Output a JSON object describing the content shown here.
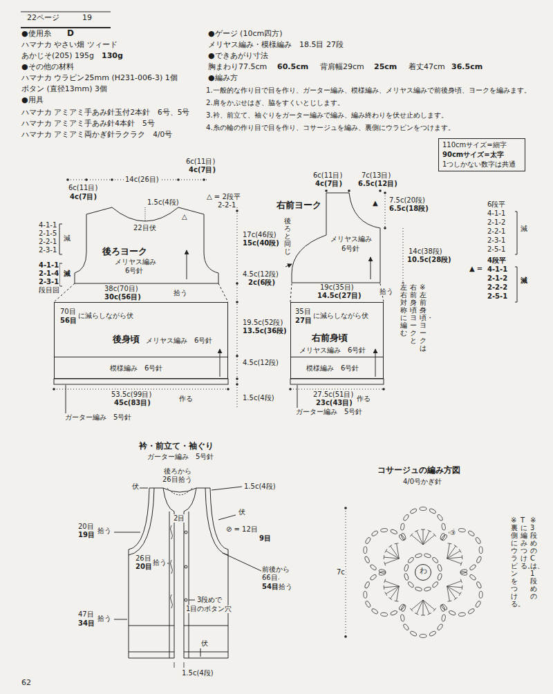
{
  "diagram": {
    "nodes": [
      {
        "text": [
          "110cmサイズ=細字",
          "90cmサイズ=太字",
          "1つしかない数字は共通"
        ]
      },
      {
        "text": [
          "後ろヨーク",
          "メリヤス編み",
          "6号針"
        ]
      },
      {
        "text": [
          "後身頃",
          "メリヤス編み　6号針"
        ]
      },
      {
        "text": [
          "模様編み　6号針"
        ],
        "in": 2
      },
      {
        "text": [
          "右前ヨーク",
          "メリヤス編み",
          "6号針"
        ]
      },
      {
        "text": [
          "右前身頃",
          "メリヤス編み　6号針"
        ]
      },
      {
        "text": [
          "模様編み　6号針"
        ],
        "in": 5
      },
      {
        "text": [
          "わ"
        ]
      }
    ],
    "labels": [
      "22ページ",
      "19",
      "●使用糸",
      "D",
      "ハマナカ やさい畑 ツィード",
      "あかじそ(205) 195g",
      "130g",
      "●その他の材料",
      "ハマナカ ウラピン25mm (H231-006-3) 1個",
      "ボタン (直径13mm) 3個",
      "●用具",
      "ハマナカ アミアミ手あみ針玉付2本針　6号、5号",
      "ハマナカ アミアミ手あみ針4本針　5号",
      "ハマナカ アミアミ両かぎ針ラクラク　4/0号",
      "●ゲージ (10cm四方)",
      "メリヤス編み・模様編み　18.5目 27段",
      "●できあがり寸法",
      "胸まわり77.5cm",
      "60.5cm",
      "背肩幅29cm",
      "25cm",
      "着丈47cm",
      "36.5cm",
      "●編み方",
      "1.一般的な作り目で目を作り、ガーター編み、模様編み、メリヤス編みで前後身頃、ヨークを編みます。",
      "2.肩をかぶせはぎ、脇をすくいとじします。",
      "3.衿、前立て、袖ぐりをガーター編みで編み、編み終わりを伏せ止めします。",
      "4.糸の輪の作り目で目を作り、コサージュを編み、裏側にウラピンをつけます。",
      "6c(11目)",
      "4c(7目)",
      "14c(26目)",
      "6c(11目)",
      "4c(7目)",
      "△ = 2段平",
      "2-2-1",
      "1.5c(4段)",
      "22目伏",
      "△",
      "4-1-1",
      "2-1-5",
      "2-2-1",
      "2-3-1",
      "減",
      "4-1-1",
      "2-1-4",
      "2-3-1",
      "減",
      "段目回",
      "17c(46段)",
      "15c(40段)",
      "4.5c(12段)",
      "2c(6段)",
      "38c(70目)",
      "30c(56目)",
      "拾う",
      "70目",
      "56目",
      "に減らしながら伏",
      "19.5c(52段)",
      "13.5c(36段)",
      "4.5c(12段)",
      "1.5c(4段)",
      "53.5c(99目)",
      "45c(83目)",
      "作る",
      "ガーター編み　5号針",
      "6c(11目)",
      "4c(7目)",
      "7c(13目)",
      "6.5c(12目)",
      "▲",
      "7.5c(20段)",
      "6.5c(18段)",
      "後ろと同じ",
      "14c(38段)",
      "10.5c(28段)",
      "19c(35目)",
      "14.5c(27目)",
      "拾う",
      "35目",
      "27目",
      "に減らしながら伏",
      "27.5c(51目)",
      "23c(43目)",
      "作る",
      "ガーター編み　5号針",
      "※左前身頃・ヨークは",
      "右前身頃・ヨークと",
      "左右対称に編む",
      "6段平",
      "4-1-1",
      "2-1-2",
      "2-2-1",
      "2-3-1",
      "2-5-1",
      "減",
      "▲ =",
      "4段平",
      "4-1-1",
      "2-1-2",
      "2-2-2",
      "2-5-1",
      "減",
      "衿・前立て・袖ぐり",
      "ガーター編み　5号針",
      "伏",
      "後ろから",
      "26目拾う",
      "1.5c(4段)",
      "2目",
      "伏",
      "20目",
      "19目",
      "拾う",
      "⊘ = 12目",
      "9目",
      "26目",
      "20目",
      "拾う",
      "前後から",
      "66目",
      "54目",
      "拾う",
      "3段めで",
      "1目のボタン穴",
      "47目",
      "34目",
      "拾う",
      "伏",
      "1.5c(4段)",
      "コサージュの編み方図",
      "4/0号かぎ針",
      "7c",
      "③",
      "※3段めのCは、1段めの",
      "Tに編みつける。",
      "※裏側にウラピンをつける。",
      "62"
    ]
  }
}
